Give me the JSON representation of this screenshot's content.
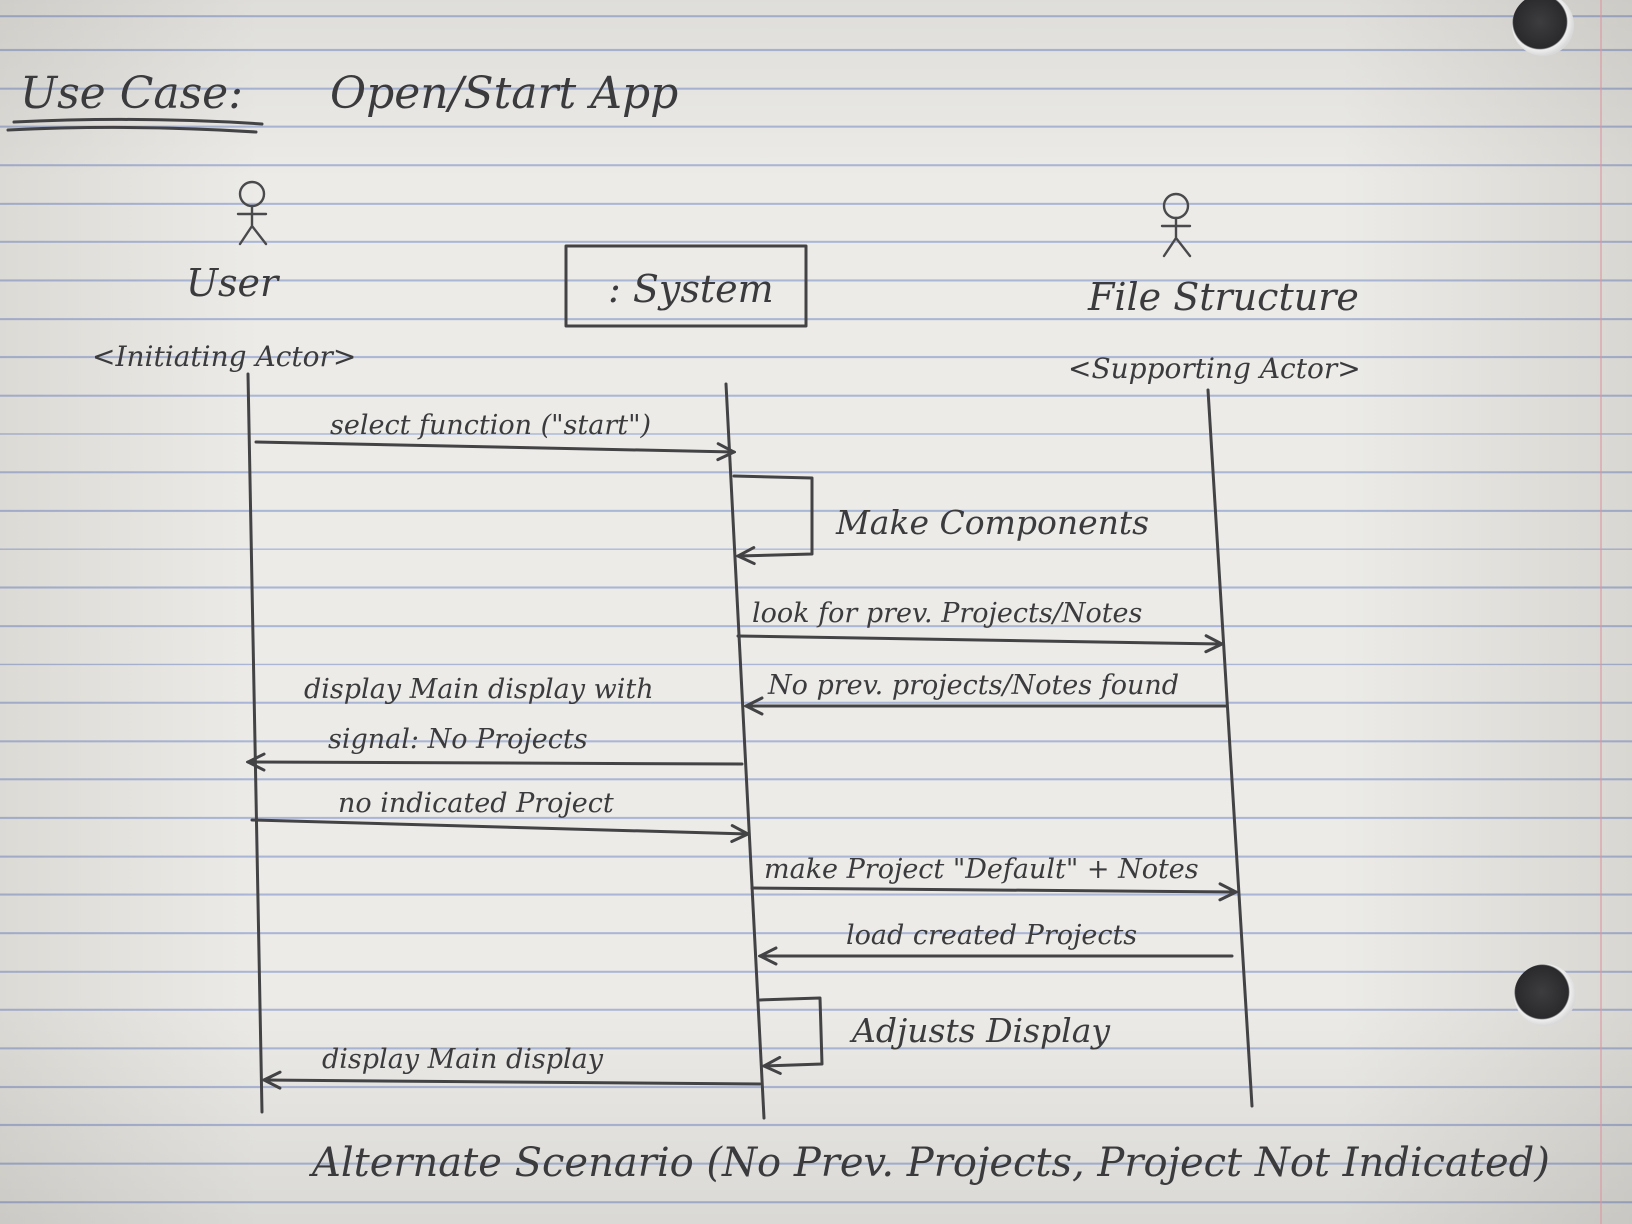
{
  "title": {
    "prefix": "Use Case:",
    "name": "Open/Start App"
  },
  "participants": [
    {
      "id": "user",
      "label": "User",
      "role": "<Initiating Actor>",
      "kind": "actor"
    },
    {
      "id": "system",
      "label": ": System",
      "role": "",
      "kind": "object"
    },
    {
      "id": "files",
      "label": "File Structure",
      "role": "<Supporting Actor>",
      "kind": "actor"
    }
  ],
  "messages": [
    {
      "from": "user",
      "to": "system",
      "lines": [
        "select function (\"start\")"
      ]
    },
    {
      "from": "system",
      "to": "system",
      "lines": [
        "Make Components"
      ]
    },
    {
      "from": "system",
      "to": "files",
      "lines": [
        "look for prev. Projects/Notes"
      ]
    },
    {
      "from": "files",
      "to": "system",
      "lines": [
        "No prev. projects/Notes found"
      ]
    },
    {
      "from": "system",
      "to": "user",
      "lines": [
        "display Main display with",
        "signal: No Projects"
      ]
    },
    {
      "from": "user",
      "to": "system",
      "lines": [
        "no indicated Project"
      ]
    },
    {
      "from": "system",
      "to": "files",
      "lines": [
        "make Project \"Default\" + Notes"
      ]
    },
    {
      "from": "files",
      "to": "system",
      "lines": [
        "load created Projects"
      ]
    },
    {
      "from": "system",
      "to": "system",
      "lines": [
        "Adjusts Display"
      ]
    },
    {
      "from": "system",
      "to": "user",
      "lines": [
        "display Main display"
      ]
    }
  ],
  "footer": "Alternate Scenario (No Prev. Projects, Project Not Indicated)",
  "colors": {
    "paper": "#ecebe7",
    "rule_lines": "#aab6d6",
    "pencil": "#434345"
  }
}
